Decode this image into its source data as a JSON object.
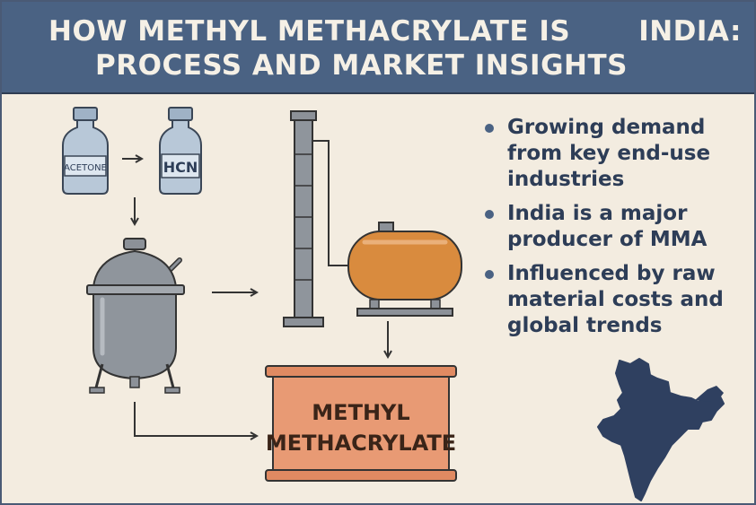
{
  "title": {
    "line1_left": "HOW METHYL METHACRYLATE IS",
    "line1_right": "INDIA:",
    "line2": "PROCESS AND MARKET INSIGHTS"
  },
  "process": {
    "bottle1_label": "ACETONE",
    "bottle2_label": "HCN",
    "product_line1": "METHYL",
    "product_line2": "METHACRYLATE"
  },
  "bullets": [
    {
      "text_lines": [
        "Growing demand",
        "from key end-use",
        "industries"
      ]
    },
    {
      "text_lines": [
        "India is a major",
        "producer of MMA"
      ]
    },
    {
      "text_lines": [
        "Influenced by raw",
        "material costs and",
        "global trends"
      ]
    }
  ],
  "colors": {
    "banner": "#4a6283",
    "background": "#f3ece0",
    "bullet_text": "#2d3d57",
    "steel": "#8c9198",
    "tank": "#d98b3e",
    "product_box": "#e89a74",
    "bottle": "#aebfd0",
    "map": "#2f4060"
  },
  "icons": [
    "acetone-bottle-icon",
    "hcn-bottle-icon",
    "reactor-vessel-icon",
    "distillation-column-icon",
    "storage-tank-icon",
    "product-drum-icon",
    "india-map-icon"
  ]
}
